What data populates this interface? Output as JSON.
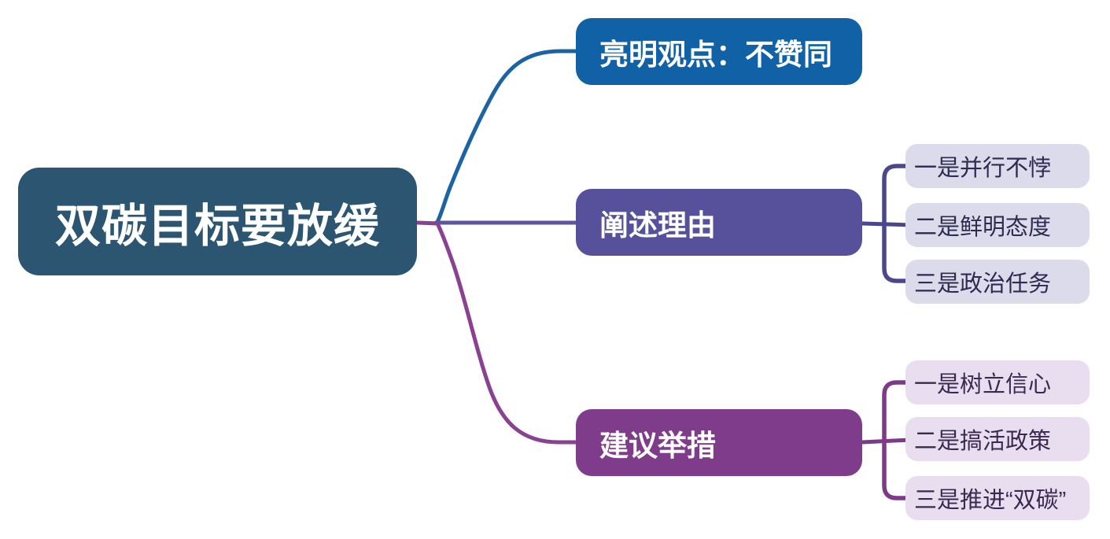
{
  "root": {
    "label": "双碳目标要放缓",
    "bg": "#2b5571",
    "text_color": "#ffffff"
  },
  "branches": [
    {
      "label": "亮明观点：不赞同",
      "bg": "#1161a7",
      "text_color": "#ffffff",
      "connector_color": "#1c63a5",
      "children": []
    },
    {
      "label": "阐述理由",
      "bg": "#57519b",
      "text_color": "#ffffff",
      "connector_color": "#5d55a0",
      "child_connector_color": "#4a478e",
      "child_bg": "#dcdbec",
      "child_text_color": "#2d2b50",
      "children": [
        {
          "label": "一是并行不悖"
        },
        {
          "label": "二是鲜明态度"
        },
        {
          "label": "三是政治任务"
        }
      ]
    },
    {
      "label": "建议举措",
      "bg": "#7e3c8b",
      "text_color": "#ffffff",
      "connector_color": "#8b4192",
      "child_connector_color": "#7c3a88",
      "child_bg": "#e9def0",
      "child_text_color": "#3c2850",
      "children": [
        {
          "label": "一是树立信心"
        },
        {
          "label": "二是搞活政策"
        },
        {
          "label": "三是推进“双碳”"
        }
      ]
    }
  ]
}
